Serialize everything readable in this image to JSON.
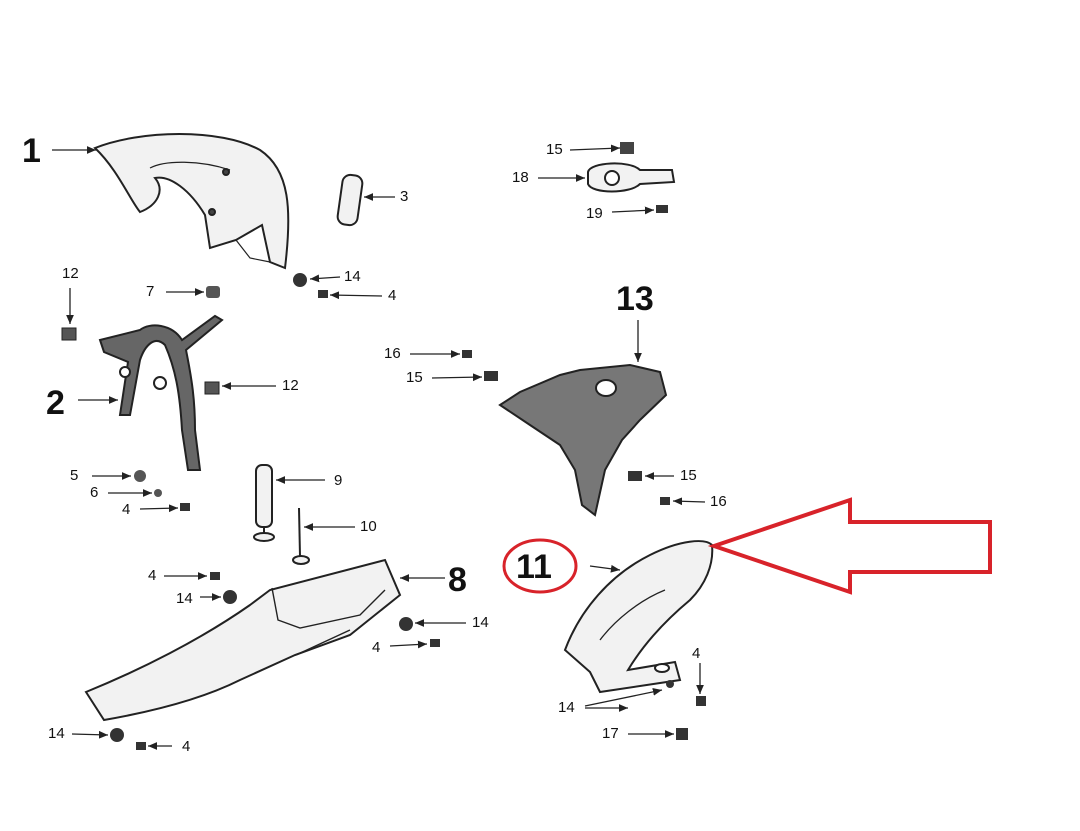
{
  "labels": {
    "l1": "1",
    "l2": "2",
    "l3": "3",
    "l4a": "4",
    "l4b": "4",
    "l4c": "4",
    "l4d": "4",
    "l4e": "4",
    "l4f": "4",
    "l5": "5",
    "l6": "6",
    "l7": "7",
    "l8": "8",
    "l9": "9",
    "l10": "10",
    "l11": "11",
    "l12a": "12",
    "l12b": "12",
    "l13": "13",
    "l14a": "14",
    "l14b": "14",
    "l14c": "14",
    "l14d": "14",
    "l14e": "14",
    "l15a": "15",
    "l15b": "15",
    "l15c": "15",
    "l16a": "16",
    "l16b": "16",
    "l17": "17",
    "l18": "18",
    "l19": "19"
  },
  "colors": {
    "line": "#222222",
    "highlight": "#d8232a",
    "part_fill": "#f2f2f2",
    "dark_part": "#555555"
  },
  "highlight": {
    "circled_label": "11",
    "arrow_points_to": "11"
  }
}
